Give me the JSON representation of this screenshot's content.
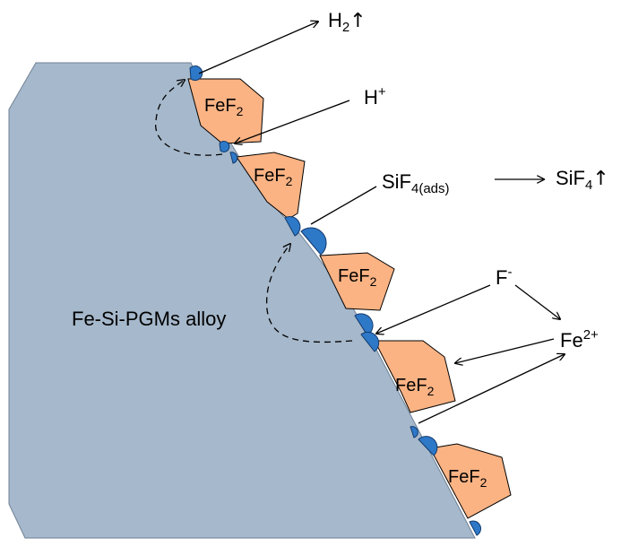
{
  "diagram": {
    "alloy_label": "Fe-Si-PGMs alloy",
    "feF2_label": {
      "base": "FeF",
      "sub": "2"
    },
    "h2": {
      "base": "H",
      "sub": "2",
      "arrow": "↑"
    },
    "h_plus": {
      "base": "H",
      "sup": "+"
    },
    "sif4_ads": {
      "base": "SiF",
      "sub": "4(ads)"
    },
    "sif4_gas": {
      "base": "SiF",
      "sub": "4",
      "arrow": "↑"
    },
    "f_minus": {
      "base": "F",
      "sup": "-"
    },
    "fe2plus": {
      "base": "Fe",
      "sup": "2+"
    },
    "colors": {
      "alloy": "#a6b8cb",
      "feF2": "#fbb384",
      "particle": "#2e78c8",
      "line": "#000000"
    }
  }
}
